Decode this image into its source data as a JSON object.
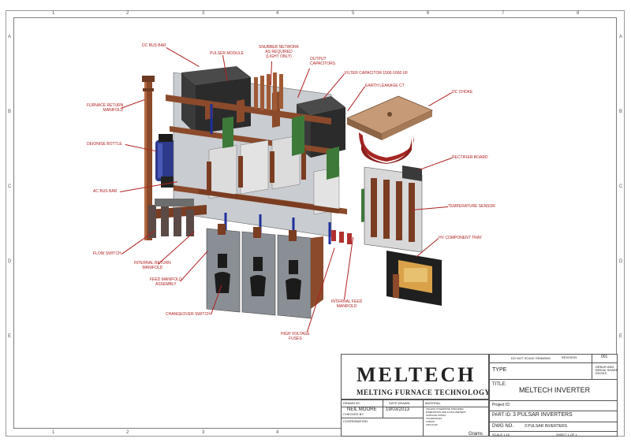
{
  "zones": {
    "columns": [
      "1",
      "2",
      "3",
      "4",
      "5",
      "6",
      "7",
      "8"
    ],
    "rows": [
      "A",
      "B",
      "C",
      "D",
      "E"
    ]
  },
  "callouts": {
    "dc_bus_bar": "DC BUS BAR",
    "pulser_module": "PULSER MODULE",
    "snubber_network": "SNUBBER NETWORK\nAS REQUIRED\n(LIGHT ONLY)",
    "output_capacitors": "OUTPUT\nCAPACITORS",
    "filter_capacitor": "FILTER CAPACITOR 1500-1660 UF",
    "earth_leakage_ct": "EARTH LEAKAGE CT",
    "dc_choke": "DC CHOKE",
    "furnace_return_manifold": "FURNACE RETURN\nMANIFOLD",
    "deionise_bottle": "DEIONISE BOTTLE",
    "rectifier_board": "RECTIFIER BOARD",
    "ac_bus_bar": "AC BUS BAR",
    "temperature_sensor": "TEMPERATURE SENSOR",
    "hv_component_tray": "HV COMPONENT TRAY",
    "flow_switch": "FLOW SWITCH",
    "internal_return_manifold": "INTERNAL RETURN\nMANIFOLD",
    "feed_manifold_assembly": "FEED MANIFOLD\nASSEMBLY",
    "internal_feed_manifold": "INTERNAL FEED\nMANIFOLD",
    "changeover_switch": "CHANGEOVER SWITCH",
    "high_voltage_fuses": "HIGH VOLTAGE\nFUSES"
  },
  "title_block": {
    "logo_text": "MELTECH",
    "logo_tagline": "MELTING FURNACE TECHNOLOGY",
    "do_not_scale": "DO NOT SCALE DRAWING",
    "revision_label": "REVISION",
    "revision_value": "001",
    "type_label": "TYPE",
    "type_note": "DEBUR AND\nBREAK SHARP\nEDGES",
    "title_label": "TITLE:",
    "title_value": "MELTECH INVERTER",
    "project_label": "Project ID",
    "part_label": "PART ID:",
    "part_value": "3 PULSAR INVERTERS",
    "dwg_label": "DWG NO.",
    "dwg_value": "3 PULSAR INVERTERS",
    "drawn_by_label": "DRAWN BY",
    "drawn_by_value": "NEIL MOORE",
    "date_label": "DATE DRAWN",
    "date_value": "19/03/2013",
    "material_label": "MATERIAL",
    "checked_label": "CHECKED BY",
    "coordination_label": "COORDINATION",
    "notes": "UNLESS OTHERWISE SPECIFIED\nDIMENSIONS ARE IN MILLIMETERS\nSURFACE FINISH:\nTOLERANCES:\nLINEAR:\nANGULAR:",
    "grams_label": "Grams",
    "scale_label": "SCALE 1:10",
    "sheet_label": "SHEET 1 OF 1"
  },
  "colors": {
    "copper": "#8b4a2b",
    "copper_light": "#b36a44",
    "steel": "#8a8f96",
    "dark": "#2b2b2b",
    "pcb_green": "#3d7a3a",
    "callout_red": "#b02020",
    "choke_red": "#a52622",
    "choke_top": "#c79a77"
  }
}
